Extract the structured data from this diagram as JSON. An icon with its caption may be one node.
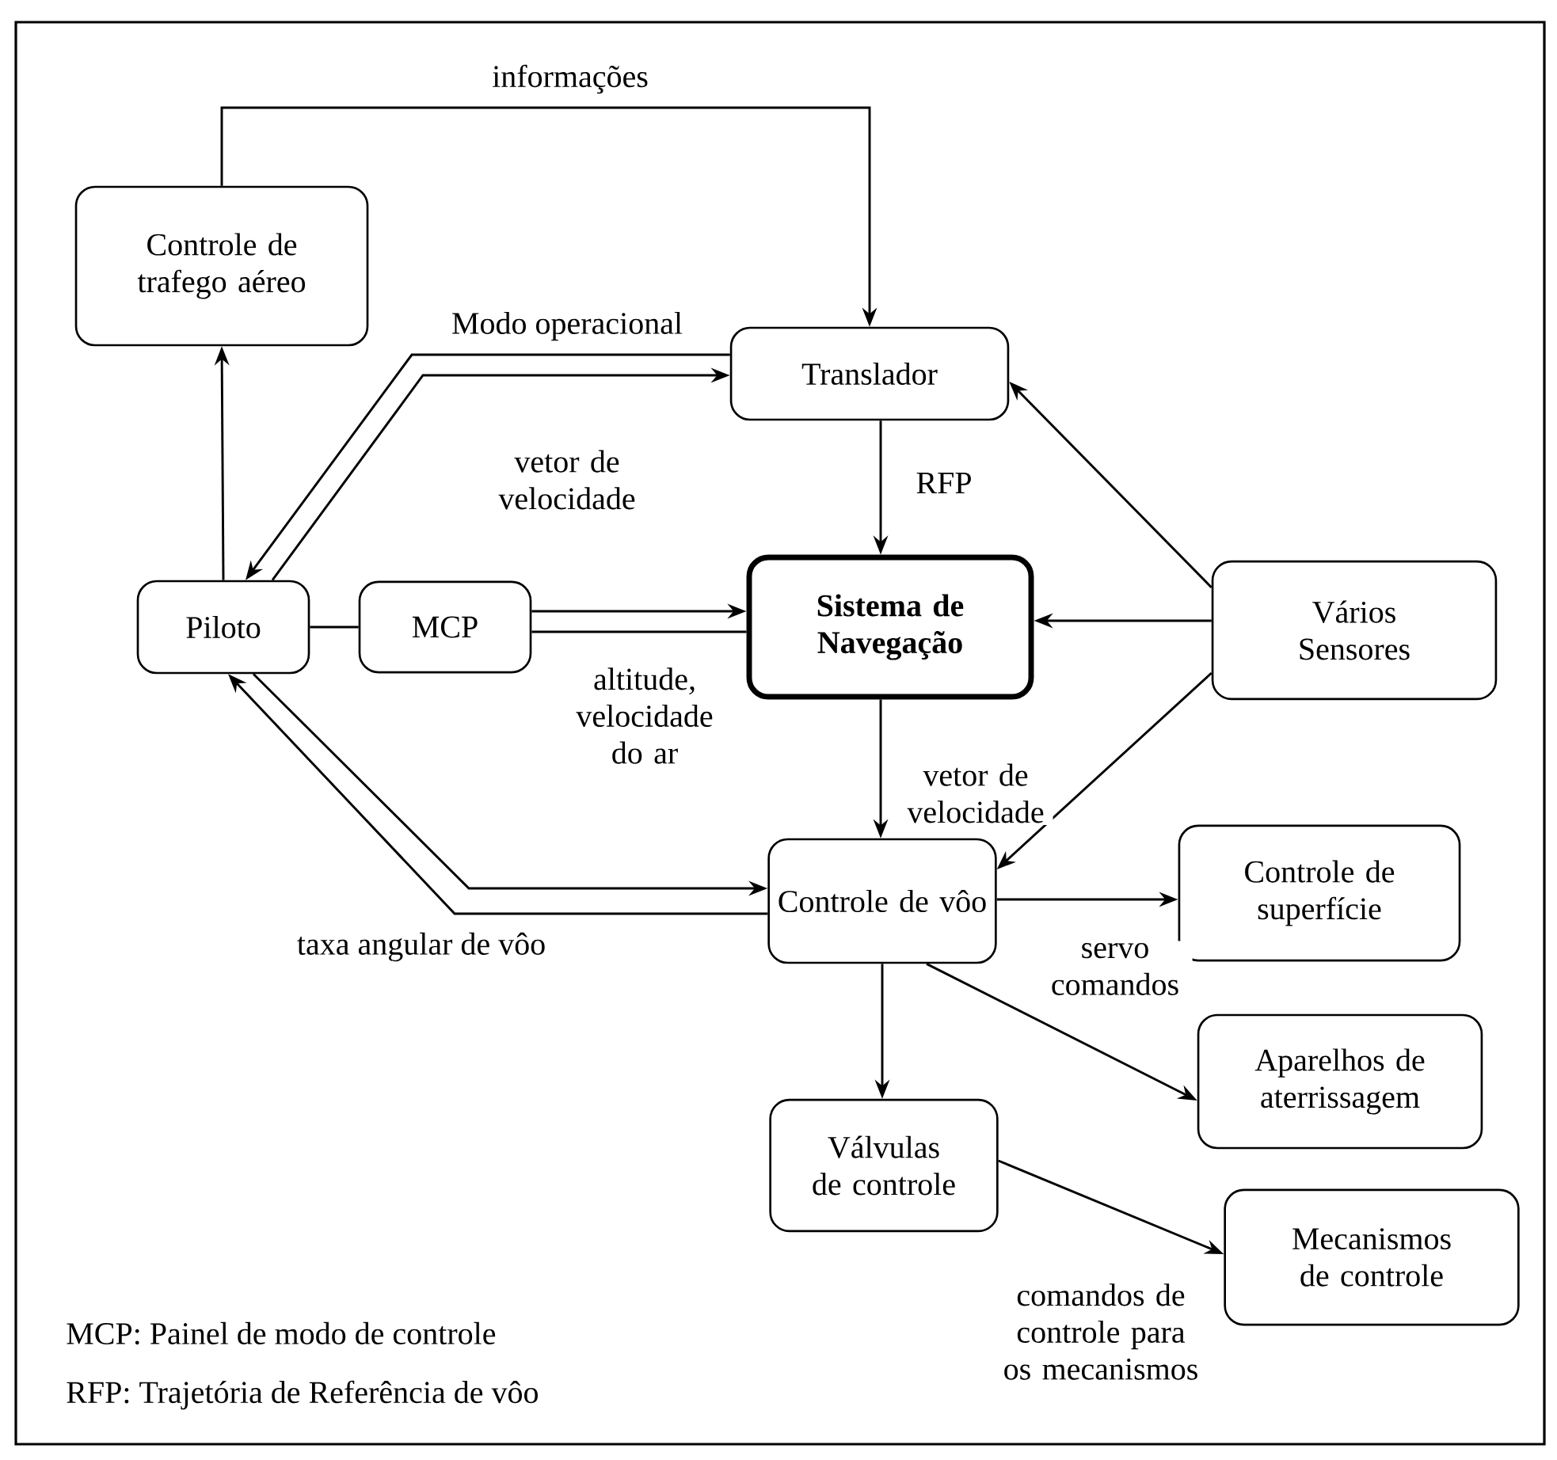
{
  "diagram": {
    "nodes": [
      {
        "text": [
          "Controle de trafego aéreo"
        ]
      },
      {
        "text": [
          "Translador"
        ]
      },
      {
        "text": [
          "Piloto"
        ]
      },
      {
        "text": [
          "MCP"
        ]
      },
      {
        "text": [
          "Sistema de Navegação"
        ]
      },
      {
        "text": [
          "Vários Sensores"
        ]
      },
      {
        "text": [
          "Controle de vôo"
        ]
      },
      {
        "text": [
          "Controle de superfície"
        ]
      },
      {
        "text": [
          "Aparelhos de aterrissagem"
        ]
      },
      {
        "text": [
          "Válvulas de controle"
        ]
      },
      {
        "text": [
          "Mecanismos de controle"
        ]
      }
    ],
    "edges": [
      {
        "from": 0,
        "to": 1,
        "arrow": "to",
        "label": "informações"
      },
      {
        "from": 2,
        "to": 0,
        "arrow": "to"
      },
      {
        "from": 1,
        "to": 2,
        "arrow": "to",
        "label": "Modo operacional"
      },
      {
        "from": 2,
        "to": 1,
        "arrow": "to",
        "label": "vetor de velocidade"
      },
      {
        "from": 2,
        "to": 3,
        "arrow": "none"
      },
      {
        "from": 3,
        "to": 4,
        "arrow": "to"
      },
      {
        "from": 3,
        "to": 4,
        "arrow": "none",
        "label": "altitude, velocidade do ar"
      },
      {
        "from": 1,
        "to": 4,
        "arrow": "to",
        "label": "RFP"
      },
      {
        "from": 5,
        "to": 1,
        "arrow": "to"
      },
      {
        "from": 5,
        "to": 4,
        "arrow": "to"
      },
      {
        "from": 5,
        "to": 6,
        "arrow": "to"
      },
      {
        "from": 4,
        "to": 6,
        "arrow": "to",
        "label": "vetor de velocidade"
      },
      {
        "from": 2,
        "to": 6,
        "arrow": "to"
      },
      {
        "from": 6,
        "to": 2,
        "arrow": "to",
        "label": "taxa angular de vôo"
      },
      {
        "from": 6,
        "to": 7,
        "arrow": "to"
      },
      {
        "from": 6,
        "to": 8,
        "arrow": "to",
        "label": "servo comandos"
      },
      {
        "from": 6,
        "to": 9,
        "arrow": "to"
      },
      {
        "from": 9,
        "to": 10,
        "arrow": "to",
        "label": "comandos de controle para os mecanismos"
      }
    ],
    "labels": [
      "MCP: Painel de modo de controle",
      "RFP: Trajetória de Referência de vôo"
    ]
  }
}
